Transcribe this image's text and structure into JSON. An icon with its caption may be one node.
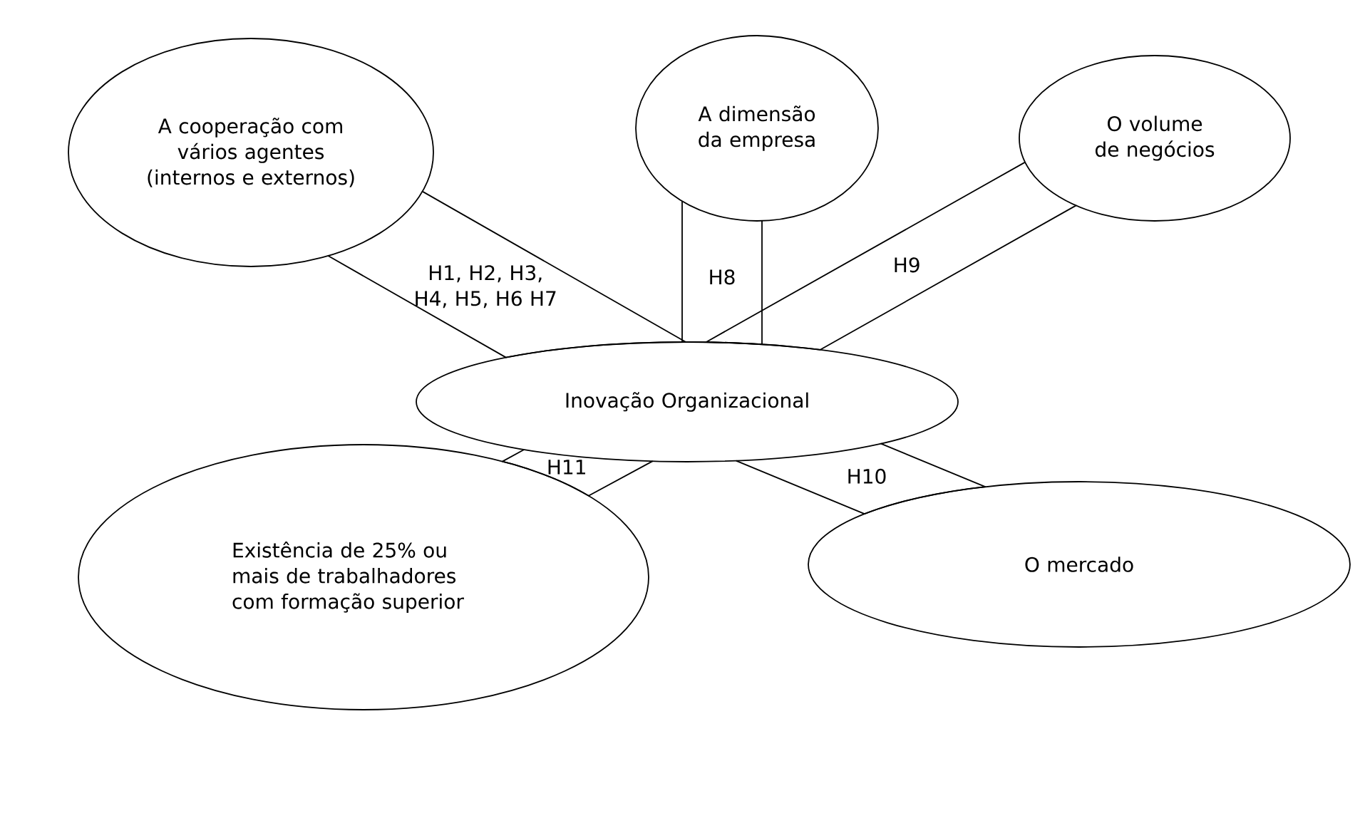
{
  "diagram": {
    "nodes": [
      {
        "text": [
          "A cooperação com vários agentes (internos e externos)"
        ]
      },
      {
        "text": [
          "A dimensão da empresa"
        ]
      },
      {
        "text": [
          "O volume de negócios"
        ]
      },
      {
        "text": [
          "Inovação Organizacional"
        ]
      },
      {
        "text": [
          "Existência de 25% ou mais de trabalhadores com formação superior"
        ]
      },
      {
        "text": [
          "O mercado"
        ]
      }
    ],
    "edges": [
      {
        "from": 0,
        "to": 3,
        "arrow": "none",
        "label": "H1, H2, H3, H4, H5, H6 H7"
      },
      {
        "from": 1,
        "to": 3,
        "arrow": "none",
        "label": "H8"
      },
      {
        "from": 2,
        "to": 3,
        "arrow": "none",
        "label": "H9"
      },
      {
        "from": 3,
        "to": 5,
        "arrow": "none",
        "label": "H10"
      },
      {
        "from": 3,
        "to": 4,
        "arrow": "none",
        "label": "H11"
      }
    ]
  }
}
